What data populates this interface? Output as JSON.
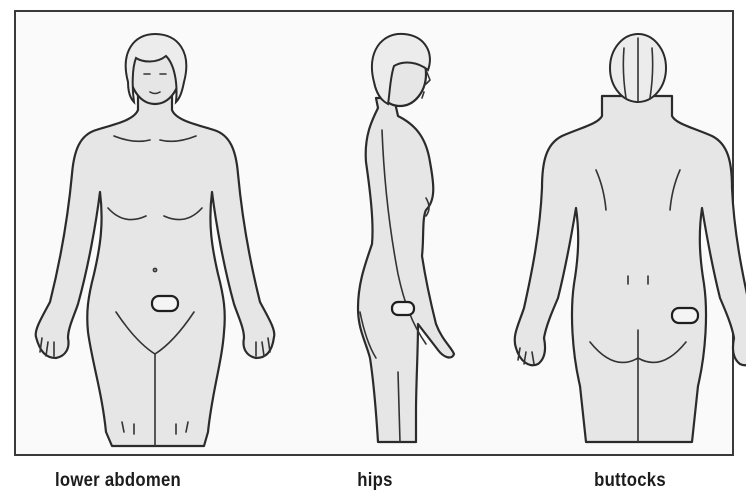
{
  "diagram": {
    "labels": {
      "front": "lower abdomen",
      "side": "hips",
      "back": "buttocks"
    },
    "colors": {
      "outline": "#2b2b2b",
      "skin": "#e6e6e6",
      "frame_border": "#3a3a3a",
      "background": "#ffffff"
    }
  }
}
